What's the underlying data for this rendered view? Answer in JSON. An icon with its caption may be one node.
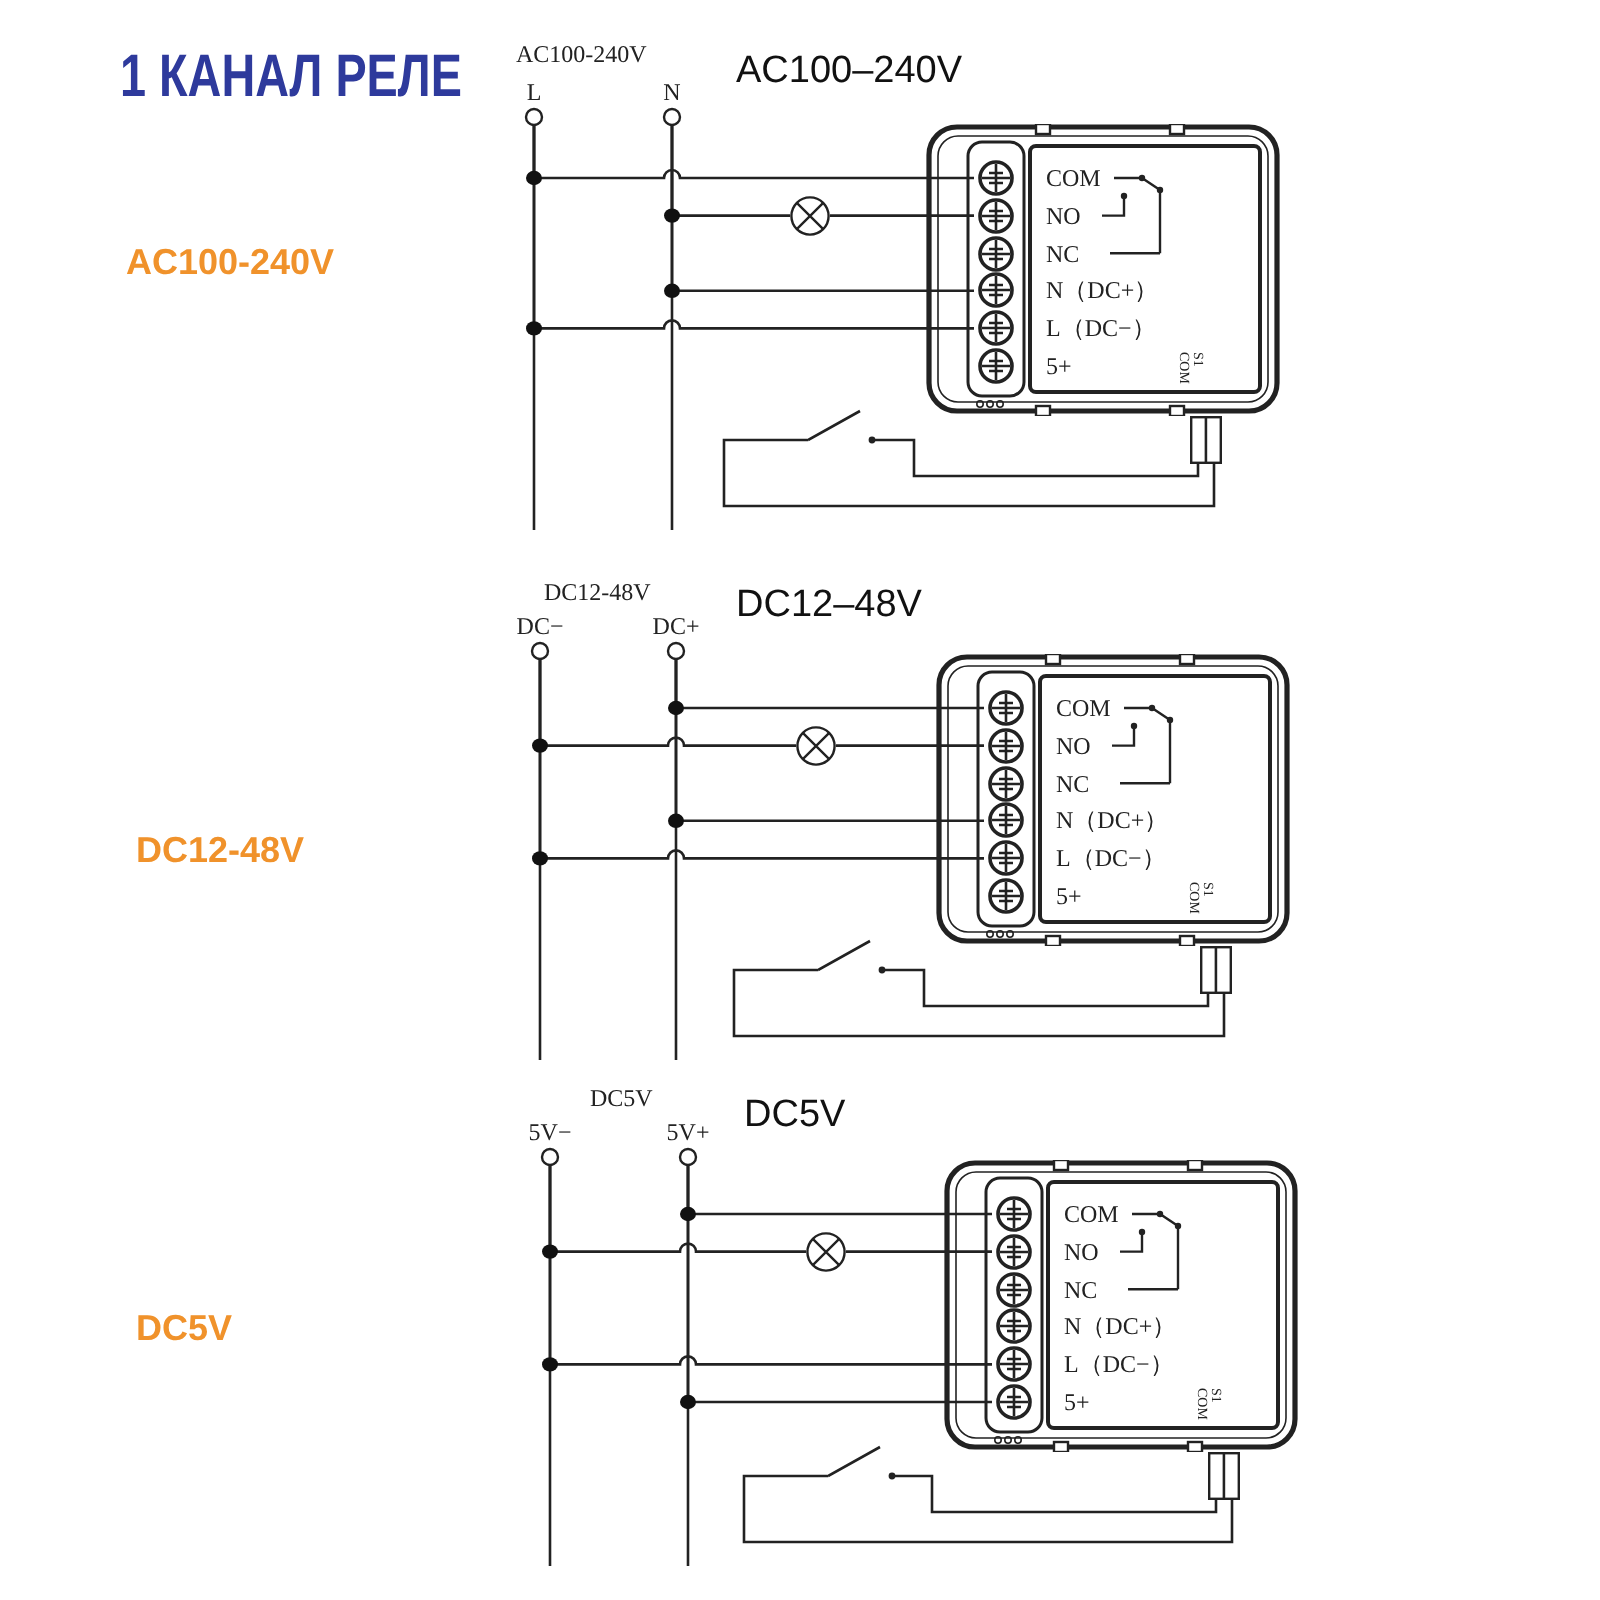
{
  "diagram": {
    "title": "1 КАНАЛ РЕЛЕ",
    "nodes": [
      {
        "text": [
          "L"
        ]
      },
      {
        "text": [
          "N"
        ]
      },
      {
        "text": [],
        "shape": "circle"
      },
      {
        "text": [
          "S1 COM"
        ]
      },
      {
        "text": [
          "COM"
        ],
        "in": 3
      },
      {
        "text": [
          "NO"
        ],
        "in": 3
      },
      {
        "text": [
          "NC"
        ],
        "in": 3
      },
      {
        "text": [
          "N（DC+）"
        ],
        "in": 3
      },
      {
        "text": [
          "L（DC−）"
        ],
        "in": 3
      },
      {
        "text": [
          "5+"
        ],
        "in": 3
      },
      {
        "text": [],
        "shape": "switch"
      },
      {
        "text": [
          "DC−"
        ]
      },
      {
        "text": [
          "DC+"
        ]
      },
      {
        "text": [],
        "shape": "circle"
      },
      {
        "text": [
          "S1 COM"
        ]
      },
      {
        "text": [
          "COM"
        ],
        "in": 14
      },
      {
        "text": [
          "NO"
        ],
        "in": 14
      },
      {
        "text": [
          "NC"
        ],
        "in": 14
      },
      {
        "text": [
          "N（DC+）"
        ],
        "in": 14
      },
      {
        "text": [
          "L（DC−）"
        ],
        "in": 14
      },
      {
        "text": [
          "5+"
        ],
        "in": 14
      },
      {
        "text": [],
        "shape": "switch"
      },
      {
        "text": [
          "5V−"
        ]
      },
      {
        "text": [
          "5V+"
        ]
      },
      {
        "text": [],
        "shape": "circle"
      },
      {
        "text": [
          "S1 COM"
        ]
      },
      {
        "text": [
          "COM"
        ],
        "in": 25
      },
      {
        "text": [
          "NO"
        ],
        "in": 25
      },
      {
        "text": [
          "NC"
        ],
        "in": 25
      },
      {
        "text": [
          "N（DC+）"
        ],
        "in": 25
      },
      {
        "text": [
          "L（DC−）"
        ],
        "in": 25
      },
      {
        "text": [
          "5+"
        ],
        "in": 25
      },
      {
        "text": [],
        "shape": "switch"
      },
      {
        "text": [],
        "shape": "plug"
      },
      {
        "text": [],
        "shape": "plug"
      },
      {
        "text": [],
        "shape": "plug"
      }
    ],
    "edges": [
      {
        "from": 0,
        "to": 4,
        "arrow": "none"
      },
      {
        "from": 1,
        "to": 2,
        "arrow": "none"
      },
      {
        "from": 2,
        "to": 5,
        "arrow": "none"
      },
      {
        "from": 1,
        "to": 7,
        "arrow": "none"
      },
      {
        "from": 0,
        "to": 8,
        "arrow": "none"
      },
      {
        "from": 10,
        "to": 33,
        "arrow": "none"
      },
      {
        "from": 10,
        "to": 33,
        "arrow": "none"
      },
      {
        "from": 12,
        "to": 15,
        "arrow": "none"
      },
      {
        "from": 11,
        "to": 13,
        "arrow": "none"
      },
      {
        "from": 13,
        "to": 16,
        "arrow": "none"
      },
      {
        "from": 12,
        "to": 18,
        "arrow": "none"
      },
      {
        "from": 11,
        "to": 19,
        "arrow": "none"
      },
      {
        "from": 21,
        "to": 34,
        "arrow": "none"
      },
      {
        "from": 21,
        "to": 34,
        "arrow": "none"
      },
      {
        "from": 23,
        "to": 26,
        "arrow": "none"
      },
      {
        "from": 22,
        "to": 24,
        "arrow": "none"
      },
      {
        "from": 24,
        "to": 27,
        "arrow": "none"
      },
      {
        "from": 22,
        "to": 30,
        "arrow": "none"
      },
      {
        "from": 23,
        "to": 31,
        "arrow": "none"
      },
      {
        "from": 32,
        "to": 35,
        "arrow": "none"
      },
      {
        "from": 32,
        "to": 35,
        "arrow": "none"
      }
    ],
    "labels": [
      "AC100-240V",
      "AC100–240V",
      "AC100-240V",
      "DC12-48V",
      "DC12–48V",
      "DC12-48V",
      "DC5V",
      "DC5V",
      "DC5V"
    ]
  }
}
